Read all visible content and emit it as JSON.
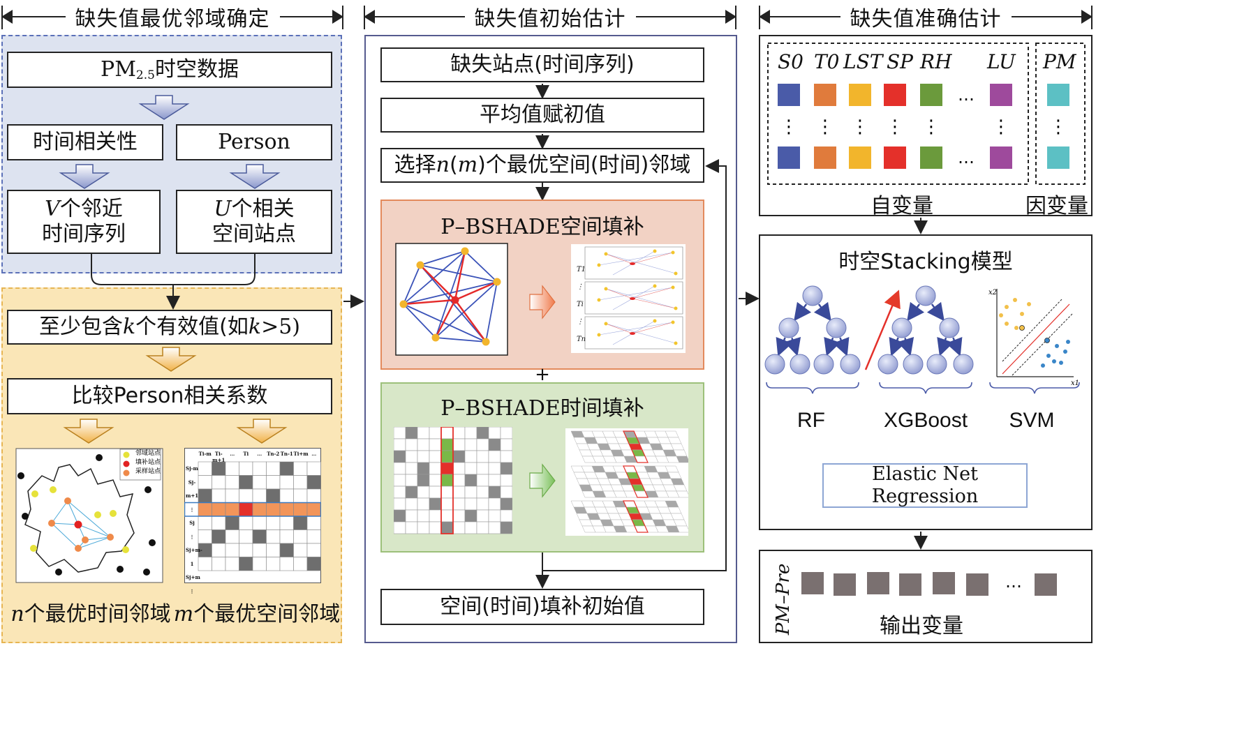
{
  "headers": {
    "left": "缺失值最优邻域确定",
    "middle": "缺失值初始估计",
    "right": "缺失值准确估计"
  },
  "left": {
    "pm_main": "PM",
    "pm_sub": "2.5",
    "pm_suffix": "时空数据",
    "time_corr": "时间相关性",
    "person": "Person",
    "v_var": "V",
    "v_line1": "个邻近",
    "v_line2": "时间序列",
    "u_var": "U",
    "u_line1": "个相关",
    "u_line2": "空间站点",
    "atleast_pre": "至少包含",
    "atleast_k": "k",
    "atleast_mid": "个有效值(如",
    "atleast_k2": "k",
    "atleast_post": ">5)",
    "compare": "比较Person相关系数",
    "legend": [
      "邻域站点",
      "填补站点",
      "采样站点"
    ],
    "table_cols": [
      "T_{i-m}",
      "T_{i-m+1}",
      "…",
      "T_i",
      "…",
      "T_{n-2}",
      "T_{n-1}",
      "T_{i+m}",
      "…"
    ],
    "table_cols_display": [
      "Ti-m",
      "Ti-m+1",
      "…",
      "Ti",
      "…",
      "Tn-2",
      "Tn-1",
      "Ti+m",
      "…"
    ],
    "table_rows_display": [
      "Sj-m",
      "Sj-m+1",
      "⋮",
      "Sj",
      "⋮",
      "Sj+m-1",
      "Sj+m",
      "⋮"
    ],
    "n_var": "n",
    "n_label": "个最优时间邻域",
    "m_var": "m",
    "m_label": "个最优空间邻域"
  },
  "middle": {
    "missing": "缺失站点(时间序列)",
    "mean_init": "平均值赋初值",
    "select_pre": "选择",
    "select_n": "n",
    "select_paren1": "(",
    "select_m": "m",
    "select_paren2": ")",
    "select_post": "个最优空间(时间)邻域",
    "spatial_title": "P–BSHADE空间填补",
    "temporal_title": "P–BSHADE时间填补",
    "plus": "+",
    "layer_labels": [
      "T1",
      "⋮",
      "Ti",
      "⋮",
      "Tn"
    ],
    "final": "空间(时间)填补初始值"
  },
  "right": {
    "vars": [
      "S0",
      "T0",
      "LST",
      "SP",
      "RH",
      "LU"
    ],
    "dots_h": "…",
    "pm_var": "PM",
    "indep_label": "自变量",
    "dep_label": "因变量",
    "stacking_title": "时空Stacking模型",
    "models": [
      "RF",
      "XGBoost",
      "SVM"
    ],
    "svm_axis_x": "x1",
    "svm_axis_y": "x2",
    "elastic": "Elastic Net Regression",
    "pm_pre": "PM–Pre",
    "output_label": "输出变量"
  },
  "colors": {
    "blue_panel": "#dde3f0",
    "yellow_panel": "#fae6b7",
    "red_panel": "#f2d2c4",
    "green_panel": "#d8e7c8",
    "var_colors": [
      "#4a5ba8",
      "#e07b3c",
      "#f2b52c",
      "#e4302a",
      "#6b9a3c",
      "#9e4a9c"
    ],
    "pm_color": "#5cc0c4",
    "output_color": "#7a7070"
  }
}
